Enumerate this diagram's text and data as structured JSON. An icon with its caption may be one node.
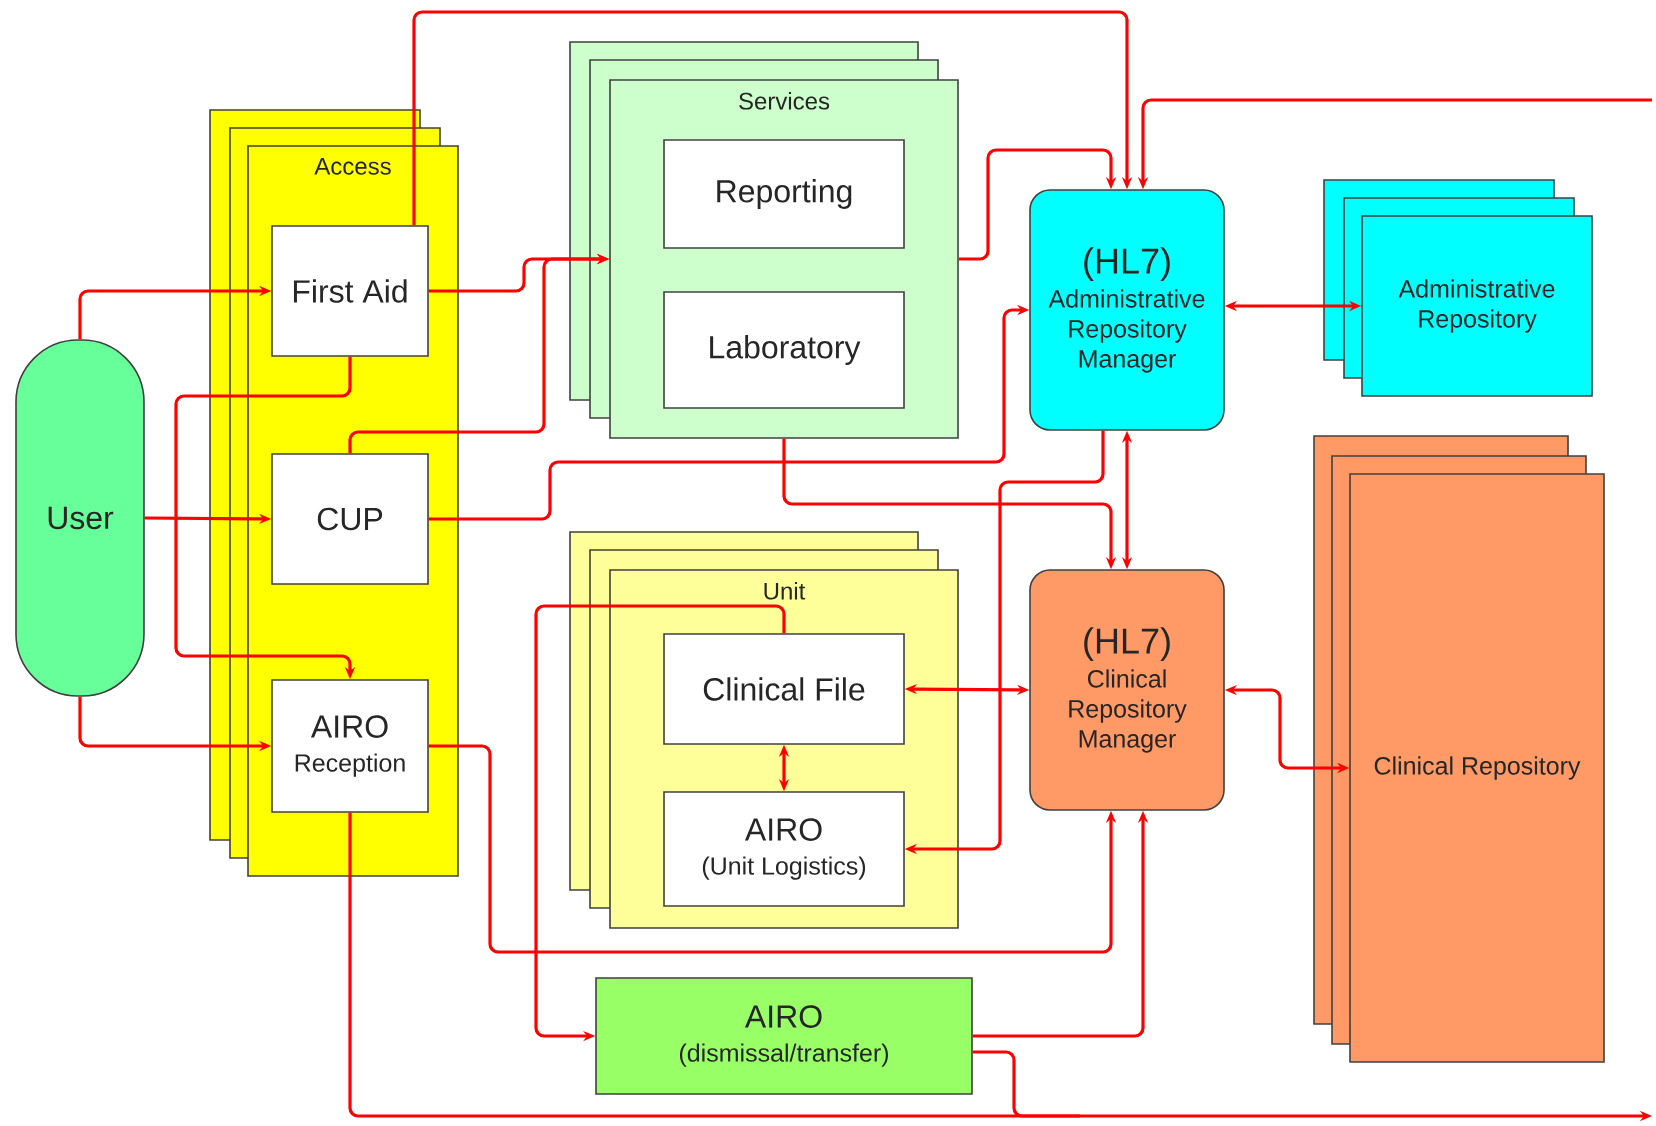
{
  "diagram": {
    "nodes": [
      {
        "text": [
          "User"
        ]
      },
      {
        "text": [
          "Access"
        ]
      },
      {
        "text": [
          "First Aid"
        ],
        "in": 1
      },
      {
        "text": [
          "CUP"
        ],
        "in": 1
      },
      {
        "text": [
          "AIRO",
          "Reception"
        ],
        "in": 1
      },
      {
        "text": [
          "Services"
        ]
      },
      {
        "text": [
          "Reporting"
        ],
        "in": 5
      },
      {
        "text": [
          "Laboratory"
        ],
        "in": 5
      },
      {
        "text": [
          "Unit"
        ]
      },
      {
        "text": [
          "Clinical File"
        ],
        "in": 8
      },
      {
        "text": [
          "AIRO",
          "(Unit Logistics)"
        ],
        "in": 8
      },
      {
        "text": [
          "(HL7)",
          "Administrative Repository Manager"
        ]
      },
      {
        "text": [
          "Administrative Repository"
        ]
      },
      {
        "text": [
          "(HL7)",
          "Clinical Repository Manager"
        ]
      },
      {
        "text": [
          "Clinical Repository"
        ]
      },
      {
        "text": [
          "AIRO",
          "(dismissal/transfer)"
        ]
      }
    ],
    "edges": [
      {
        "from": 0,
        "to": 2,
        "arrow": "to"
      },
      {
        "from": 0,
        "to": 3,
        "arrow": "to"
      },
      {
        "from": 0,
        "to": 4,
        "arrow": "to"
      },
      {
        "from": 2,
        "to": 5,
        "arrow": "to"
      },
      {
        "from": 3,
        "to": 5,
        "arrow": "to"
      },
      {
        "from": 2,
        "to": 4,
        "arrow": "to"
      },
      {
        "from": 2,
        "to": 11,
        "arrow": "to"
      },
      {
        "from": 5,
        "to": 11,
        "arrow": "to"
      },
      {
        "from": null,
        "to": 11,
        "arrow": "to"
      },
      {
        "from": 3,
        "to": 11,
        "arrow": "to"
      },
      {
        "from": 5,
        "to": 13,
        "arrow": "to"
      },
      {
        "from": 11,
        "to": 13,
        "arrow": "both"
      },
      {
        "from": 11,
        "to": 12,
        "arrow": "both"
      },
      {
        "from": 13,
        "to": 9,
        "arrow": "both"
      },
      {
        "from": 13,
        "to": 14,
        "arrow": "both"
      },
      {
        "from": 9,
        "to": 10,
        "arrow": "both"
      },
      {
        "from": 11,
        "to": 10,
        "arrow": "to"
      },
      {
        "from": 9,
        "to": 15,
        "arrow": "to"
      },
      {
        "from": 4,
        "to": 13,
        "arrow": "to"
      },
      {
        "from": 15,
        "to": 13,
        "arrow": "to"
      },
      {
        "from": 4,
        "to": null,
        "arrow": "to"
      },
      {
        "from": 15,
        "to": null,
        "arrow": "none"
      }
    ]
  }
}
